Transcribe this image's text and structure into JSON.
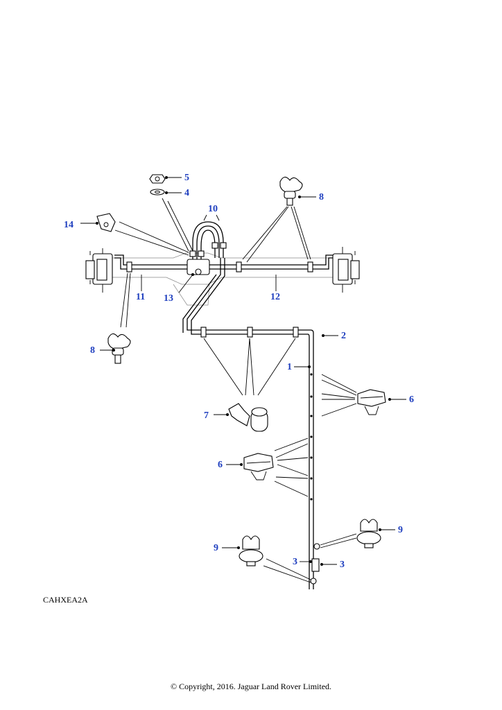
{
  "diagram": {
    "code": "CAHXEA2A",
    "copyright": "© Copyright, 2016. Jaguar Land Rover Limited.",
    "callouts": {
      "c1": "1",
      "c2": "2",
      "c3a": "3",
      "c3b": "3",
      "c4": "4",
      "c5": "5",
      "c6a": "6",
      "c6b": "6",
      "c7": "7",
      "c8a": "8",
      "c8b": "8",
      "c9a": "9",
      "c9b": "9",
      "c10": "10",
      "c11": "11",
      "c12": "12",
      "c13": "13",
      "c14": "14"
    },
    "colors": {
      "callout": "#1f3fbf",
      "line": "#000000"
    }
  }
}
